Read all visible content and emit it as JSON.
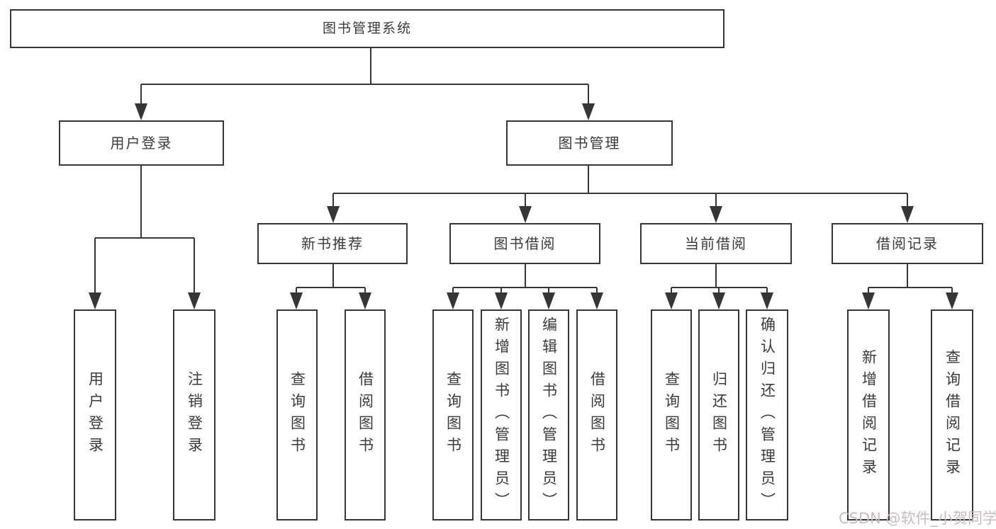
{
  "title": "图书管理系统",
  "level2": {
    "user_login": "用户登录",
    "book_mgmt": "图书管理"
  },
  "level3": {
    "new_books": "新书推荐",
    "borrow": "图书借阅",
    "current": "当前借阅",
    "records": "借阅记录"
  },
  "leaves": {
    "user_login": [
      "用户登录",
      "注销登录"
    ],
    "new_books": [
      "查询图书",
      "借阅图书"
    ],
    "borrow": [
      "查询图书",
      "新增图书（管理员）",
      "编辑图书（管理员）",
      "借阅图书"
    ],
    "current": [
      "查询图书",
      "归还图书",
      "确认归还（管理员）"
    ],
    "records": [
      "新增借阅记录",
      "查询借阅记录"
    ]
  },
  "watermark": "CSDN @软件_小贺同学",
  "colors": {
    "line": "#363636",
    "text": "#3a3a3a",
    "watermark": "#c9bcbe",
    "background": "#ffffff"
  }
}
